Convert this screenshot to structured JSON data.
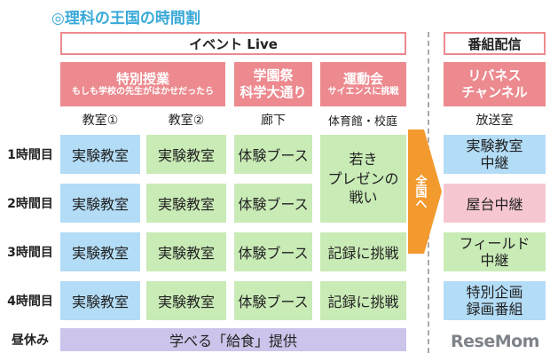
{
  "title": "◎理科の王国の時間割",
  "event_header": "イベント Live",
  "broadcast_header": "番組配信",
  "columns": [
    {
      "title": "特別授業",
      "subtitle": "もしも学校の先生がはかせだったら"
    },
    {
      "title_line1": "学園祭",
      "title_line2": "科学大通り"
    },
    {
      "title": "運動会",
      "subtitle": "サイエンスに挑戦"
    }
  ],
  "broadcast_column": {
    "line1": "リバネス",
    "line2": "チャンネル"
  },
  "rooms": [
    "教室①",
    "教室②",
    "廊下",
    "体育館・校庭",
    "放送室"
  ],
  "periods": [
    "1時間目",
    "2時間目",
    "3時間目",
    "4時間目"
  ],
  "lunch_label": "昼休み",
  "cells": {
    "classroom": "実験教室",
    "booth": "体験ブース",
    "sports_block": [
      "若き",
      "プレゼンの",
      "戦い"
    ],
    "record": "記録に挑戦"
  },
  "broadcast_rows": [
    [
      "実験教室",
      "中継"
    ],
    [
      "屋台中継"
    ],
    [
      "フィールド",
      "中継"
    ],
    [
      "特別企画",
      "録画番組"
    ]
  ],
  "lunch_text": "学べる「給食」提供",
  "arrow_label": "全国へ",
  "watermark": "ReseMom",
  "colors": {
    "pink": "#ec8a8f",
    "blue": "#b3dcf6",
    "green": "#c9ebb6",
    "lavender": "#ccc4ea",
    "orange": "#f39a2e",
    "title": "#3aa9d8"
  }
}
